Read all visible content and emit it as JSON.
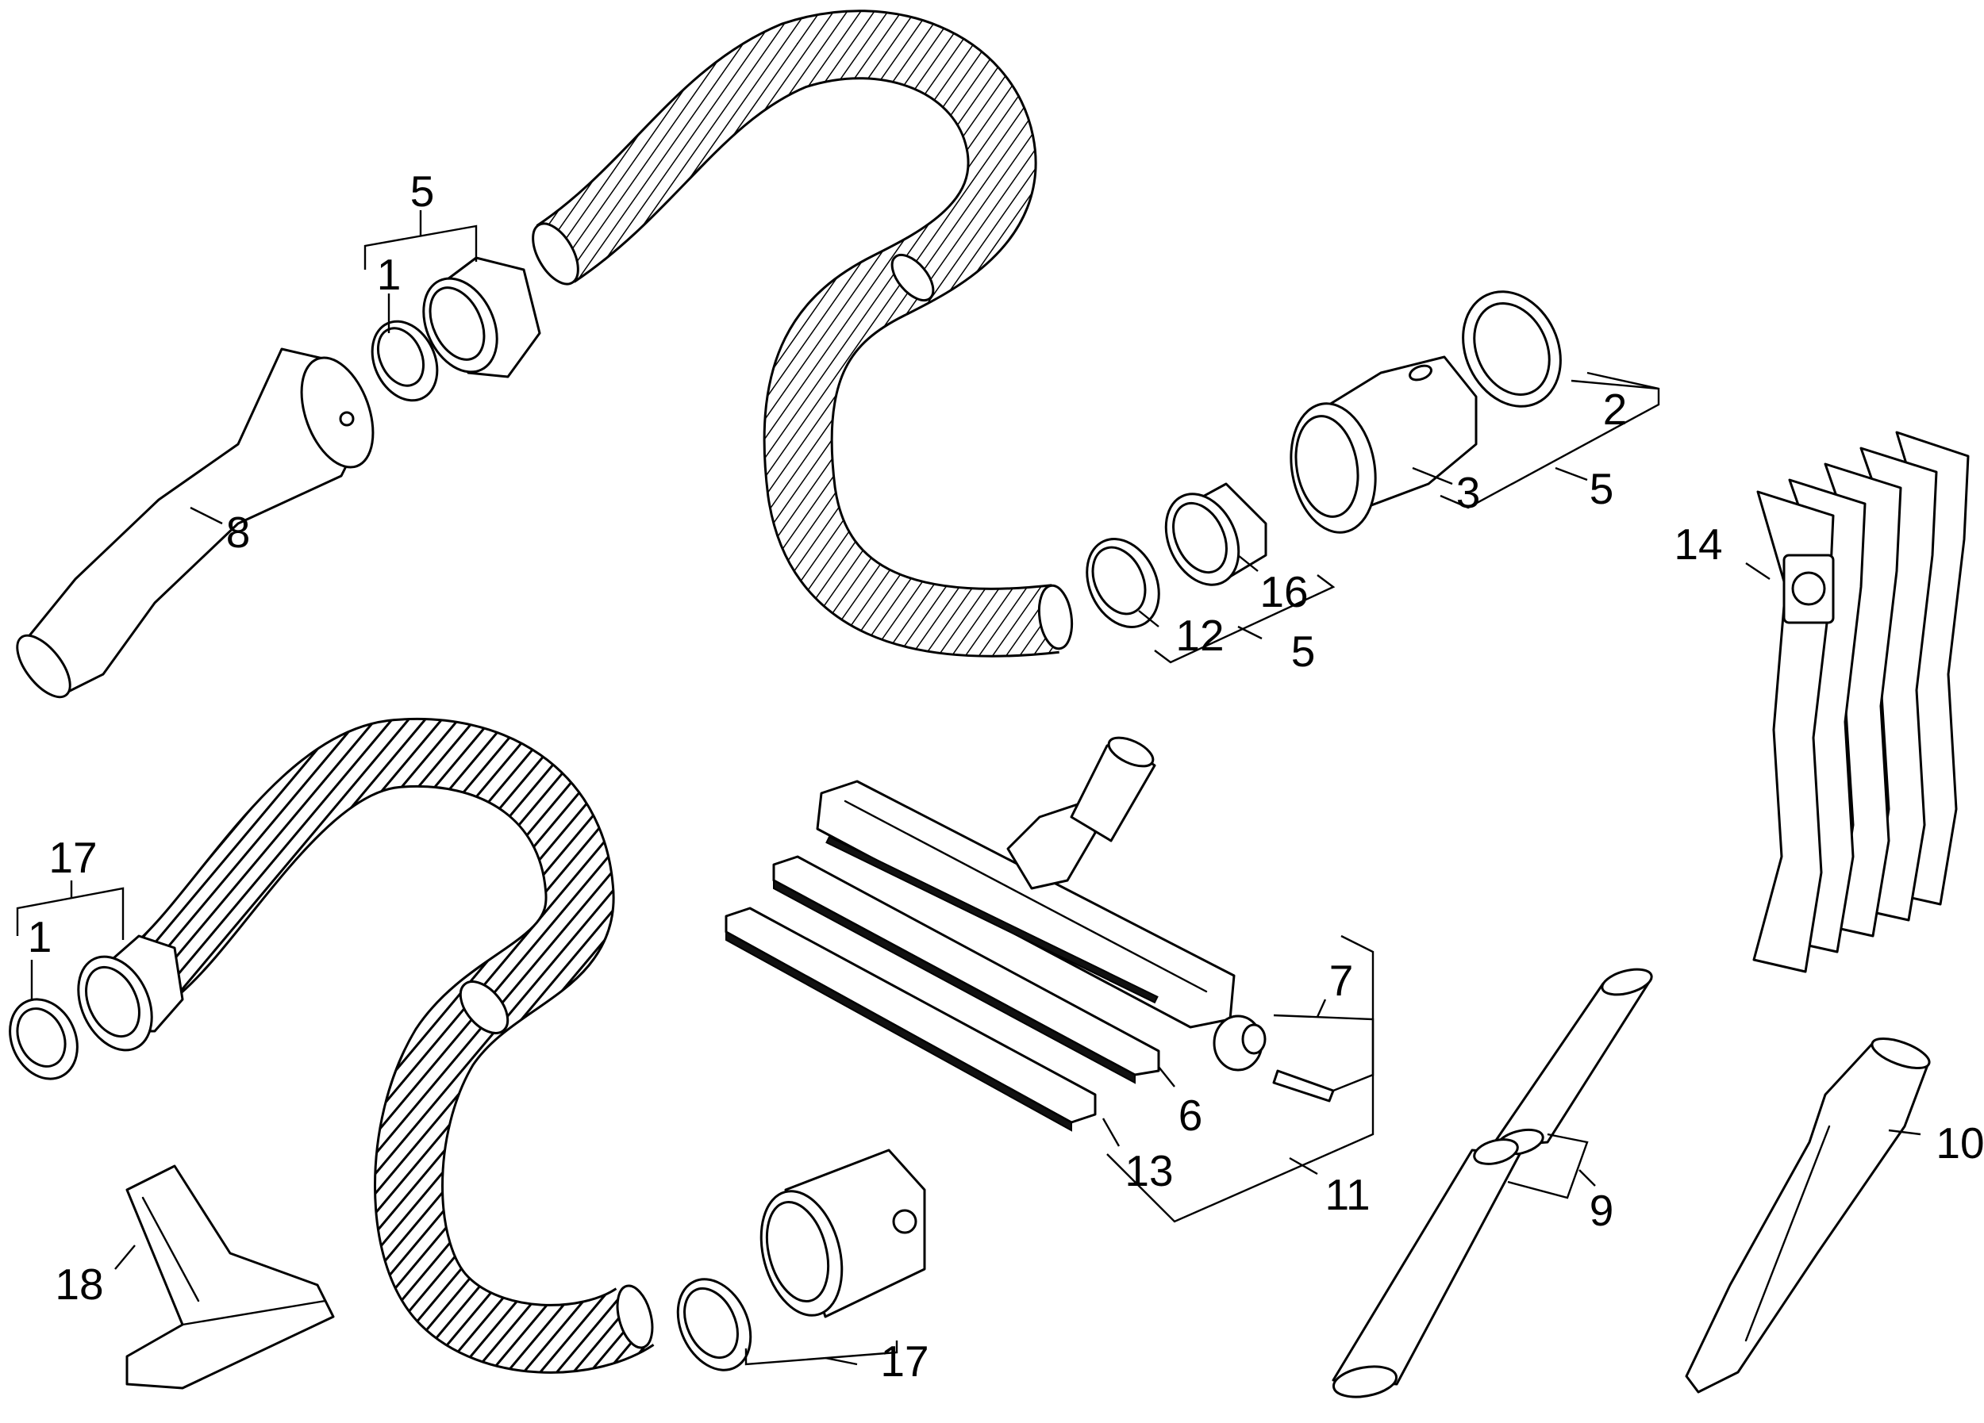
{
  "labels": {
    "p1a": "1",
    "p1b": "1",
    "p2": "2",
    "p3": "3",
    "p5a": "5",
    "p5b": "5",
    "p5c": "5",
    "p6": "6",
    "p7": "7",
    "p8": "8",
    "p9": "9",
    "p10": "10",
    "p11": "11",
    "p12": "12",
    "p13": "13",
    "p14": "14",
    "p16": "16",
    "p17a": "17",
    "p17b": "17",
    "p18": "18"
  }
}
